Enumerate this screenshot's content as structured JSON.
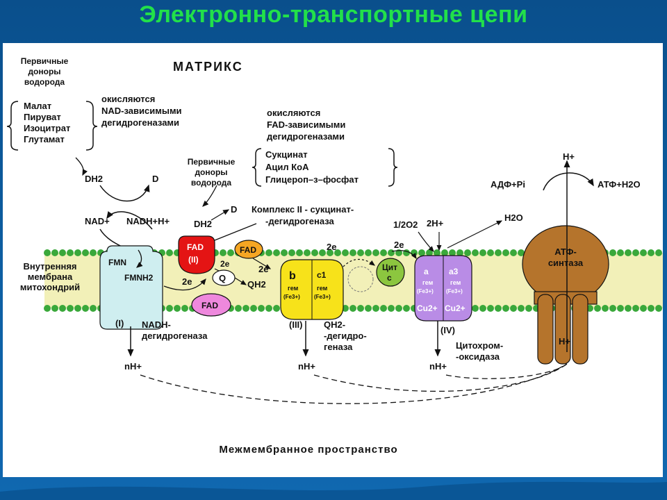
{
  "title": "Электронно-транспортные цепи",
  "matrix": "МАТРИКС",
  "intermembrane": "Межмембранное пространство",
  "membrane_label": [
    "Внутренняя",
    "мембрана",
    "митохондрий"
  ],
  "donors_top": {
    "header": [
      "Первичные",
      "доноры",
      "водорода"
    ],
    "items": [
      "Малат",
      "Пируват",
      "Изоцитрат",
      "Глутамат"
    ],
    "note": [
      "окисляются",
      "NAD-зависимыми",
      "дегидрогеназами"
    ]
  },
  "donors_mid": {
    "header": [
      "Первичные",
      "доноры",
      "водорода"
    ],
    "items": [
      "Сукцинат",
      "Ацил КоА",
      "Глицероп–з–фосфат"
    ],
    "note": [
      "окисляются",
      "FAD-зависимыми",
      "дегидрогеназами"
    ]
  },
  "labels": {
    "dh2_a": "DH2",
    "d_a": "D",
    "nad": "NAD+",
    "nadh": "NADH+H+",
    "dh2_b": "DH2",
    "d_b": "D",
    "fmn": "FMN",
    "fmnh2": "FMNH2",
    "complex2": [
      "Комплекс II - сукцинат-",
      "-дегидрогеназа"
    ],
    "fad_red": "FAD",
    "fad_red_num": "(II)",
    "fad_orange": "FAD",
    "fad_pink": "FAD",
    "two_e": "2e",
    "q": "Q",
    "qh2": "QH2",
    "cyt_b": "b",
    "cyt_c1": "c1",
    "gem": "гем",
    "fe": "(Fe3+)",
    "cyt_c": [
      "Цит",
      "с"
    ],
    "half_o2": "1/2O2",
    "two_h": "2H+",
    "h2o": "H2O",
    "cyt_a": "a",
    "cyt_a3": "a3",
    "cu": "Cu2+",
    "atp_synth": [
      "АТФ-",
      "синтаза"
    ],
    "adp": "АДФ+Pi",
    "atp": "АТФ+H2O",
    "h_plus": "H+",
    "c1_num": "(I)",
    "c3_num": "(III)",
    "c4_num": "(IV)",
    "nadh_dh": [
      "NADH-",
      "дегидрогеназа"
    ],
    "qh2_dh": [
      "QH2-",
      "-дегидро-",
      "геназа"
    ],
    "cox": [
      "Цитохром-",
      "-оксидаза"
    ],
    "nh": "nH+"
  },
  "colors": {
    "title": "#22e04a",
    "background": "#0d5fa3",
    "membrane": "#f2f0b8",
    "lipid_head": "#3aa83a",
    "complex1": "#cfeef0",
    "complex2": "#e41414",
    "fad_orange": "#f5a623",
    "fad_pink": "#ee88dd",
    "complex3": "#f7e21a",
    "cyt_c": "#8cc63f",
    "complex4": "#b98ce6",
    "atp_synthase": "#b5742c"
  }
}
